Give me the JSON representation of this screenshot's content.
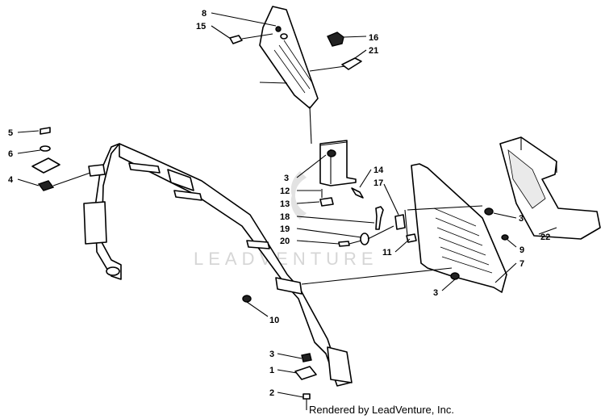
{
  "watermark": "LEADVENTURE",
  "credit": "Rendered by LeadVenture, Inc.",
  "callouts": [
    {
      "id": "c8",
      "label": "8"
    },
    {
      "id": "c15",
      "label": "15"
    },
    {
      "id": "c16",
      "label": "16"
    },
    {
      "id": "c21",
      "label": "21"
    },
    {
      "id": "c5",
      "label": "5"
    },
    {
      "id": "c6",
      "label": "6"
    },
    {
      "id": "c4",
      "label": "4"
    },
    {
      "id": "c3a",
      "label": "3"
    },
    {
      "id": "c12",
      "label": "12"
    },
    {
      "id": "c13",
      "label": "13"
    },
    {
      "id": "c14",
      "label": "14"
    },
    {
      "id": "c17",
      "label": "17"
    },
    {
      "id": "c18",
      "label": "18"
    },
    {
      "id": "c19",
      "label": "19"
    },
    {
      "id": "c20",
      "label": "20"
    },
    {
      "id": "c11",
      "label": "11"
    },
    {
      "id": "c3b",
      "label": "3"
    },
    {
      "id": "c22",
      "label": "22"
    },
    {
      "id": "c9",
      "label": "9"
    },
    {
      "id": "c7",
      "label": "7"
    },
    {
      "id": "c3c",
      "label": "3"
    },
    {
      "id": "c10",
      "label": "10"
    },
    {
      "id": "c3d",
      "label": "3"
    },
    {
      "id": "c1",
      "label": "1"
    },
    {
      "id": "c2",
      "label": "2"
    }
  ]
}
